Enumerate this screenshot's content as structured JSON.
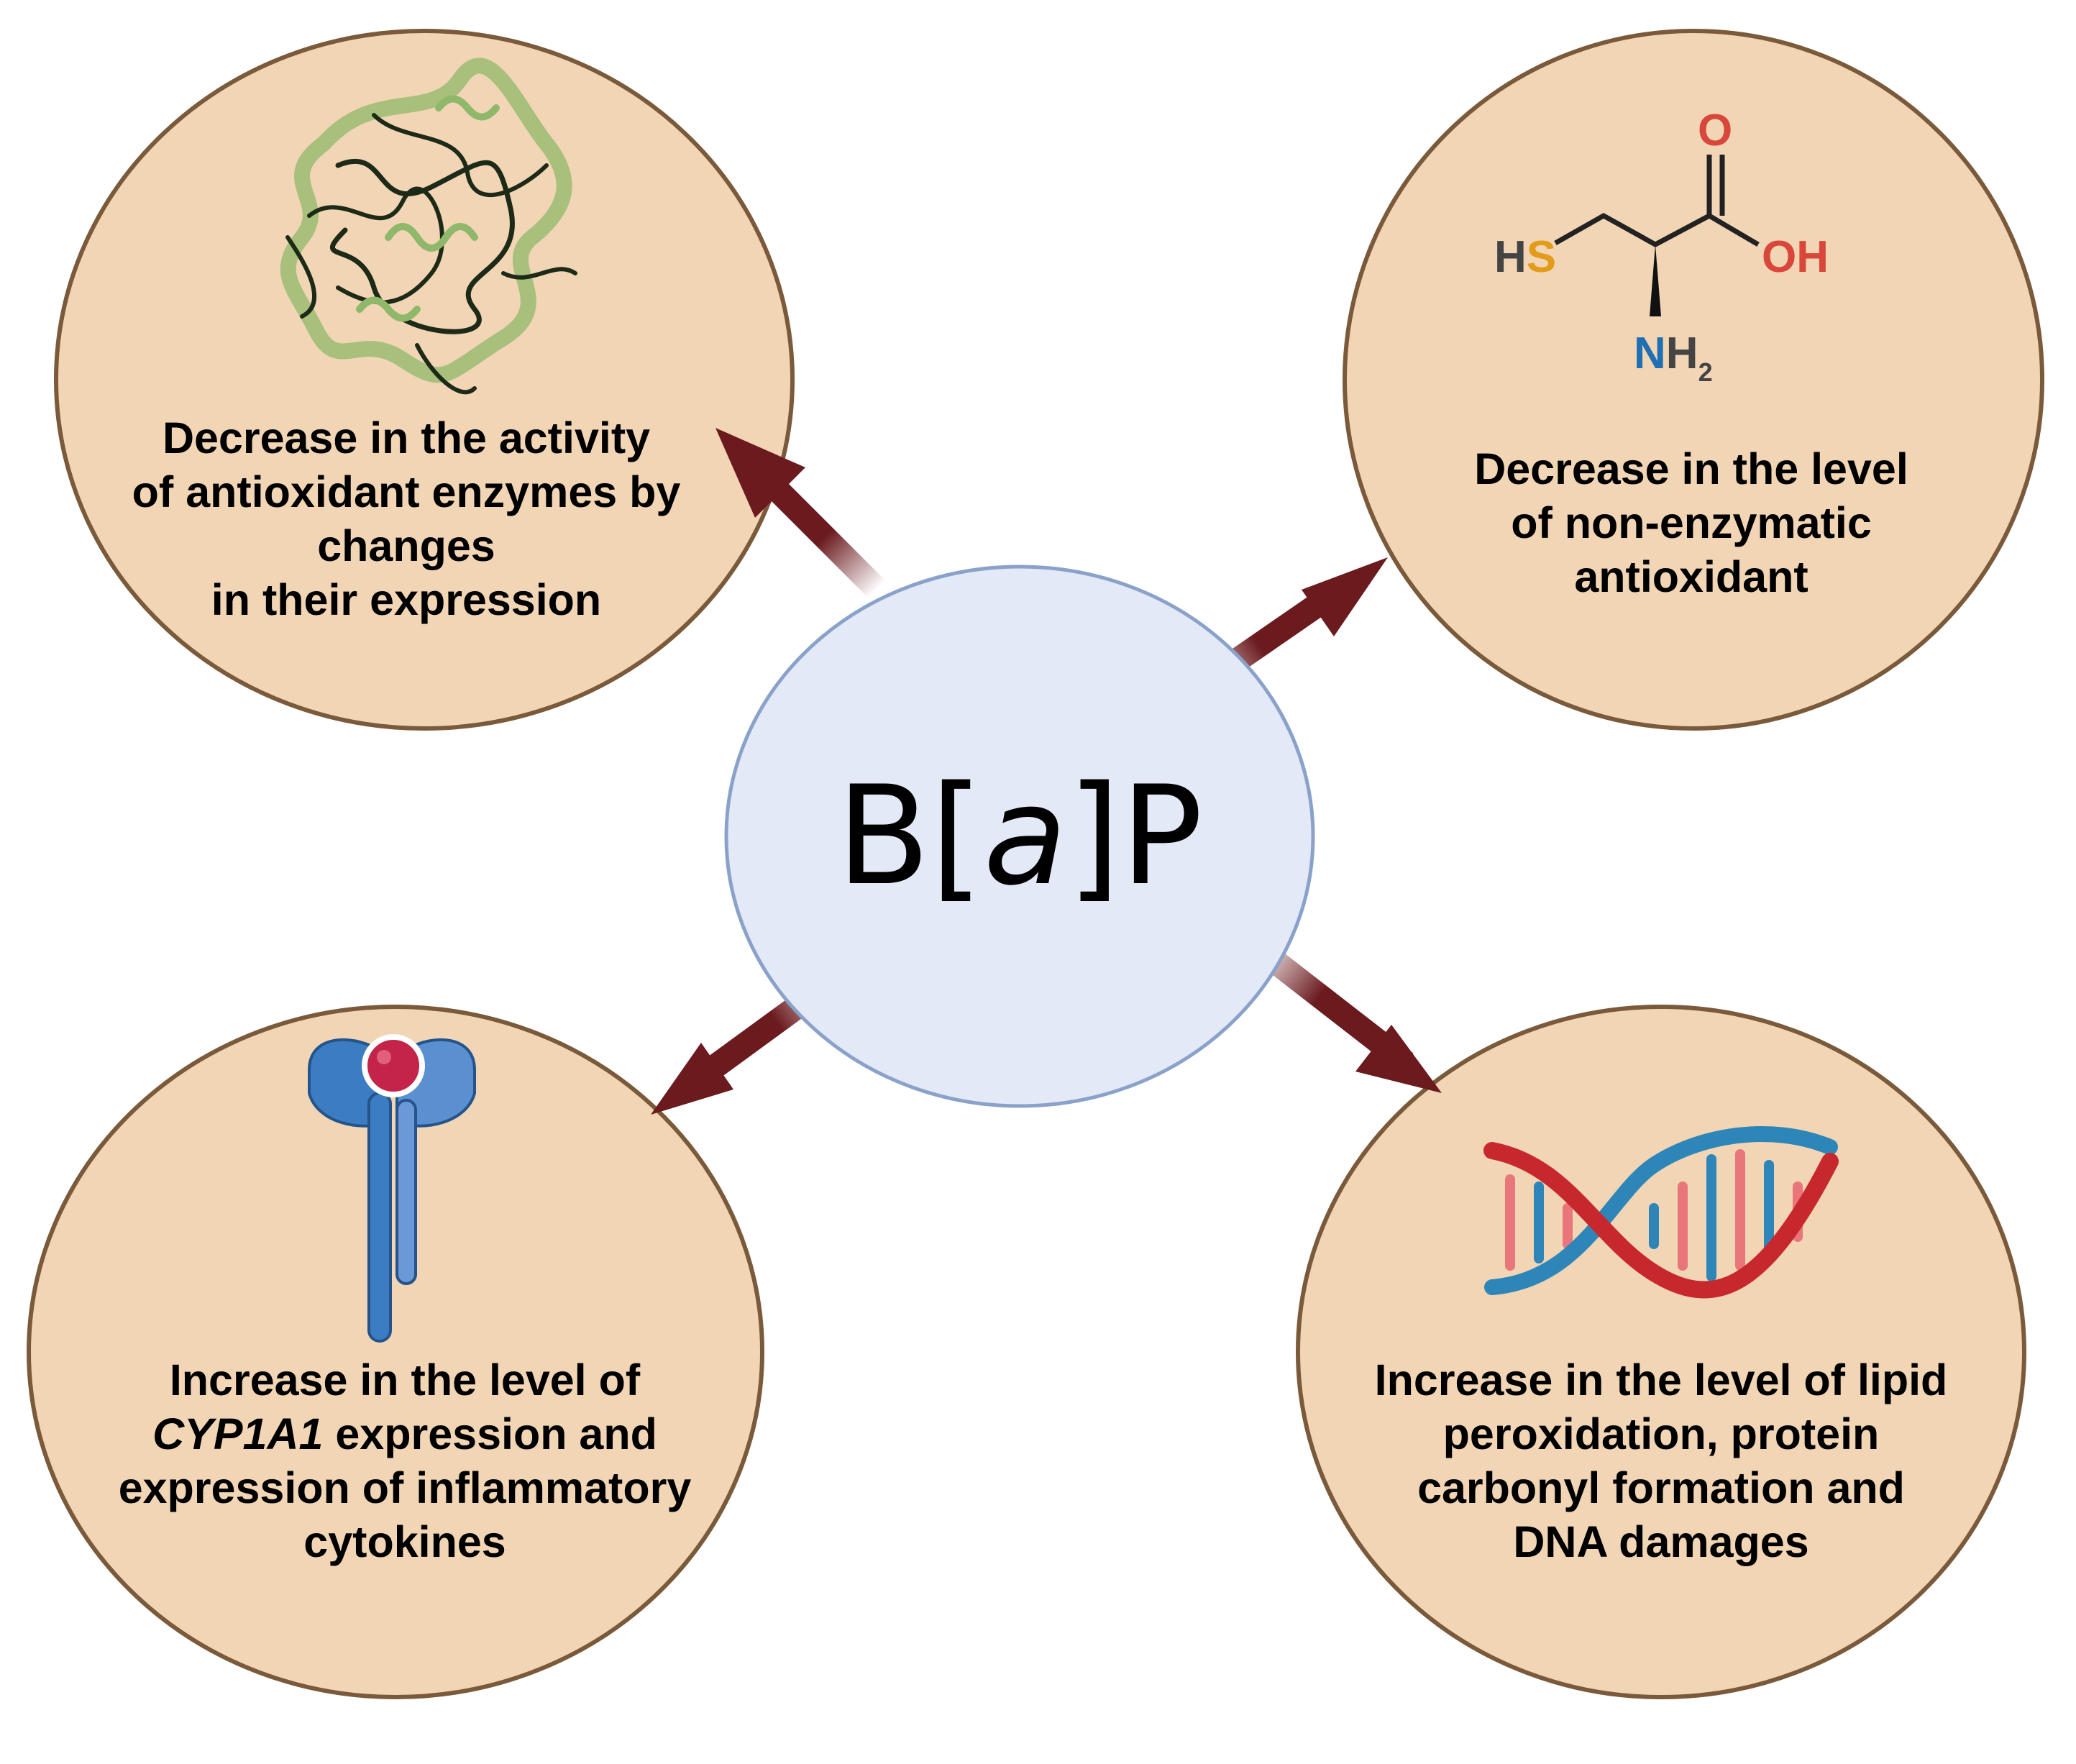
{
  "colors": {
    "circle_fill": "#f1d5b5",
    "circle_stroke": "#7a5a3b",
    "center_fill": "#e3e9f6",
    "center_stroke": "#8aa2c9",
    "arrow": "#6b1a1e",
    "molecule_O": "#d9463a",
    "molecule_S": "#e39b1a",
    "molecule_N": "#1f6fb5",
    "dna_red": "#c7282e",
    "dna_blue": "#2e86b8",
    "receptor_blue": "#3b7cc2",
    "receptor_ball": "#c4234a",
    "protein_green": "#8fb86a"
  },
  "center": {
    "prefix": "B[",
    "italic": "a",
    "suffix": "]P"
  },
  "nodes": {
    "top_left": {
      "icon": "protein-structure-icon",
      "lines": [
        "Decrease in the activity",
        "of antioxidant enzymes by",
        "changes",
        "in their expression"
      ]
    },
    "top_right": {
      "icon": "cysteine-molecule-icon",
      "lines": [
        "Decrease in the level",
        "of non-enzymatic",
        "antioxidant"
      ],
      "molecule": {
        "O": "O",
        "OH": "OH",
        "H_of_HS": "H",
        "S_of_HS": "S",
        "N_of_NH2": "N",
        "H_of_NH2": "H",
        "sub_2": "2"
      }
    },
    "bottom_left": {
      "icon": "receptor-icon",
      "line1": "Increase in the level of",
      "line2_italic": "CYP1A1",
      "line2_rest": " expression and",
      "line3": "expression of inflammatory",
      "line4": "cytokines"
    },
    "bottom_right": {
      "icon": "dna-helix-icon",
      "lines": [
        "Increase in the level of lipid",
        "peroxidation, protein",
        "carbonyl formation and",
        "DNA damages"
      ]
    }
  }
}
